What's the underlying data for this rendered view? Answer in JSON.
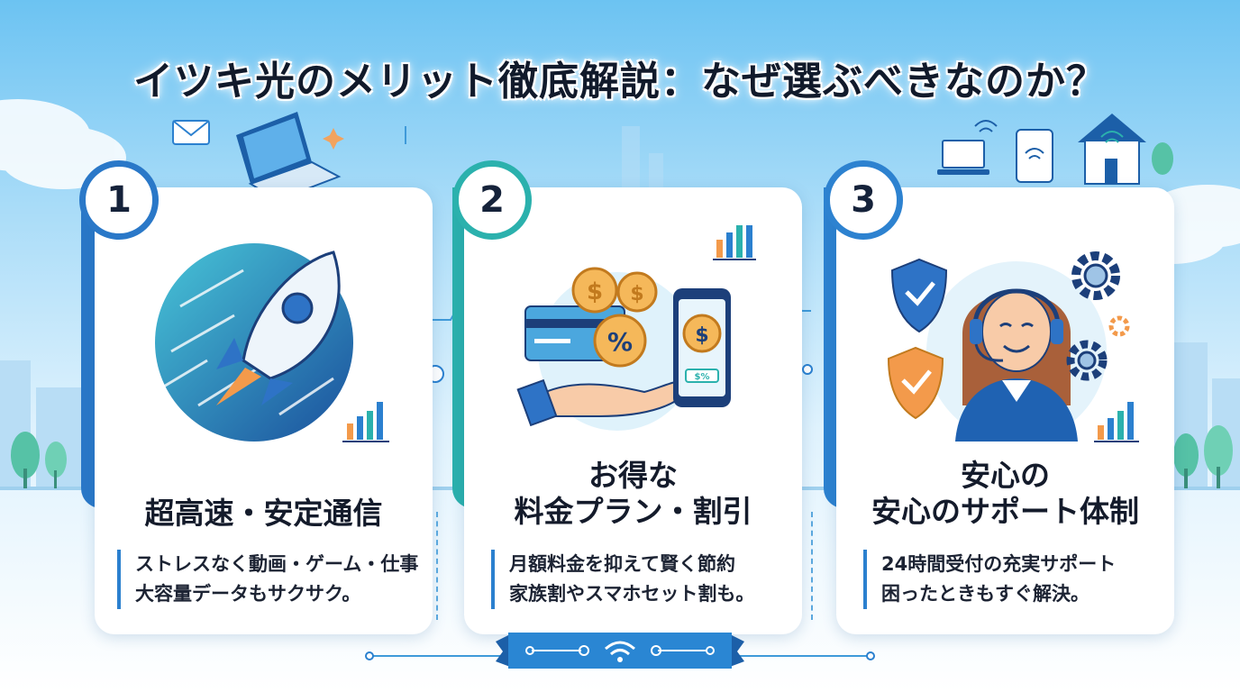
{
  "title": "イツキ光のメリット徹底解説：なぜ選ぶべきなのか？",
  "colors": {
    "band_1": "#2a78c8",
    "band_2": "#2bb1ad",
    "band_3": "#2d82d0",
    "accent": "#1f6fc2",
    "text": "#141b2b"
  },
  "cards": [
    {
      "number": "1",
      "title_lines": [
        "超高速・安定通信"
      ],
      "desc_lines": [
        "ストレスなく動画・ゲーム・仕事",
        "大容量データもサクサク。"
      ]
    },
    {
      "number": "2",
      "title_lines": [
        "お得な",
        "料金プラン・割引"
      ],
      "desc_lines": [
        "月額料金を抑えて賢く節約",
        "家族割やスマホセット割も。"
      ]
    },
    {
      "number": "3",
      "title_lines": [
        "安心の",
        "安心のサポート体制"
      ],
      "desc_lines": [
        "24時間受付の充実サポート",
        "困ったときもすぐ解決。"
      ]
    }
  ],
  "illustration_labels": {
    "percent": "%",
    "dollar": "$",
    "phone_tag": "$%"
  },
  "icons": [
    "rocket-icon",
    "coin-icon",
    "credit-card-icon",
    "hand-icon",
    "smartphone-icon",
    "shield-check-icon",
    "headset-agent-icon",
    "gear-icon",
    "bar-chart-icon",
    "laptop-icon",
    "mail-icon",
    "house-wifi-icon",
    "tablet-wifi-icon",
    "wifi-icon"
  ]
}
